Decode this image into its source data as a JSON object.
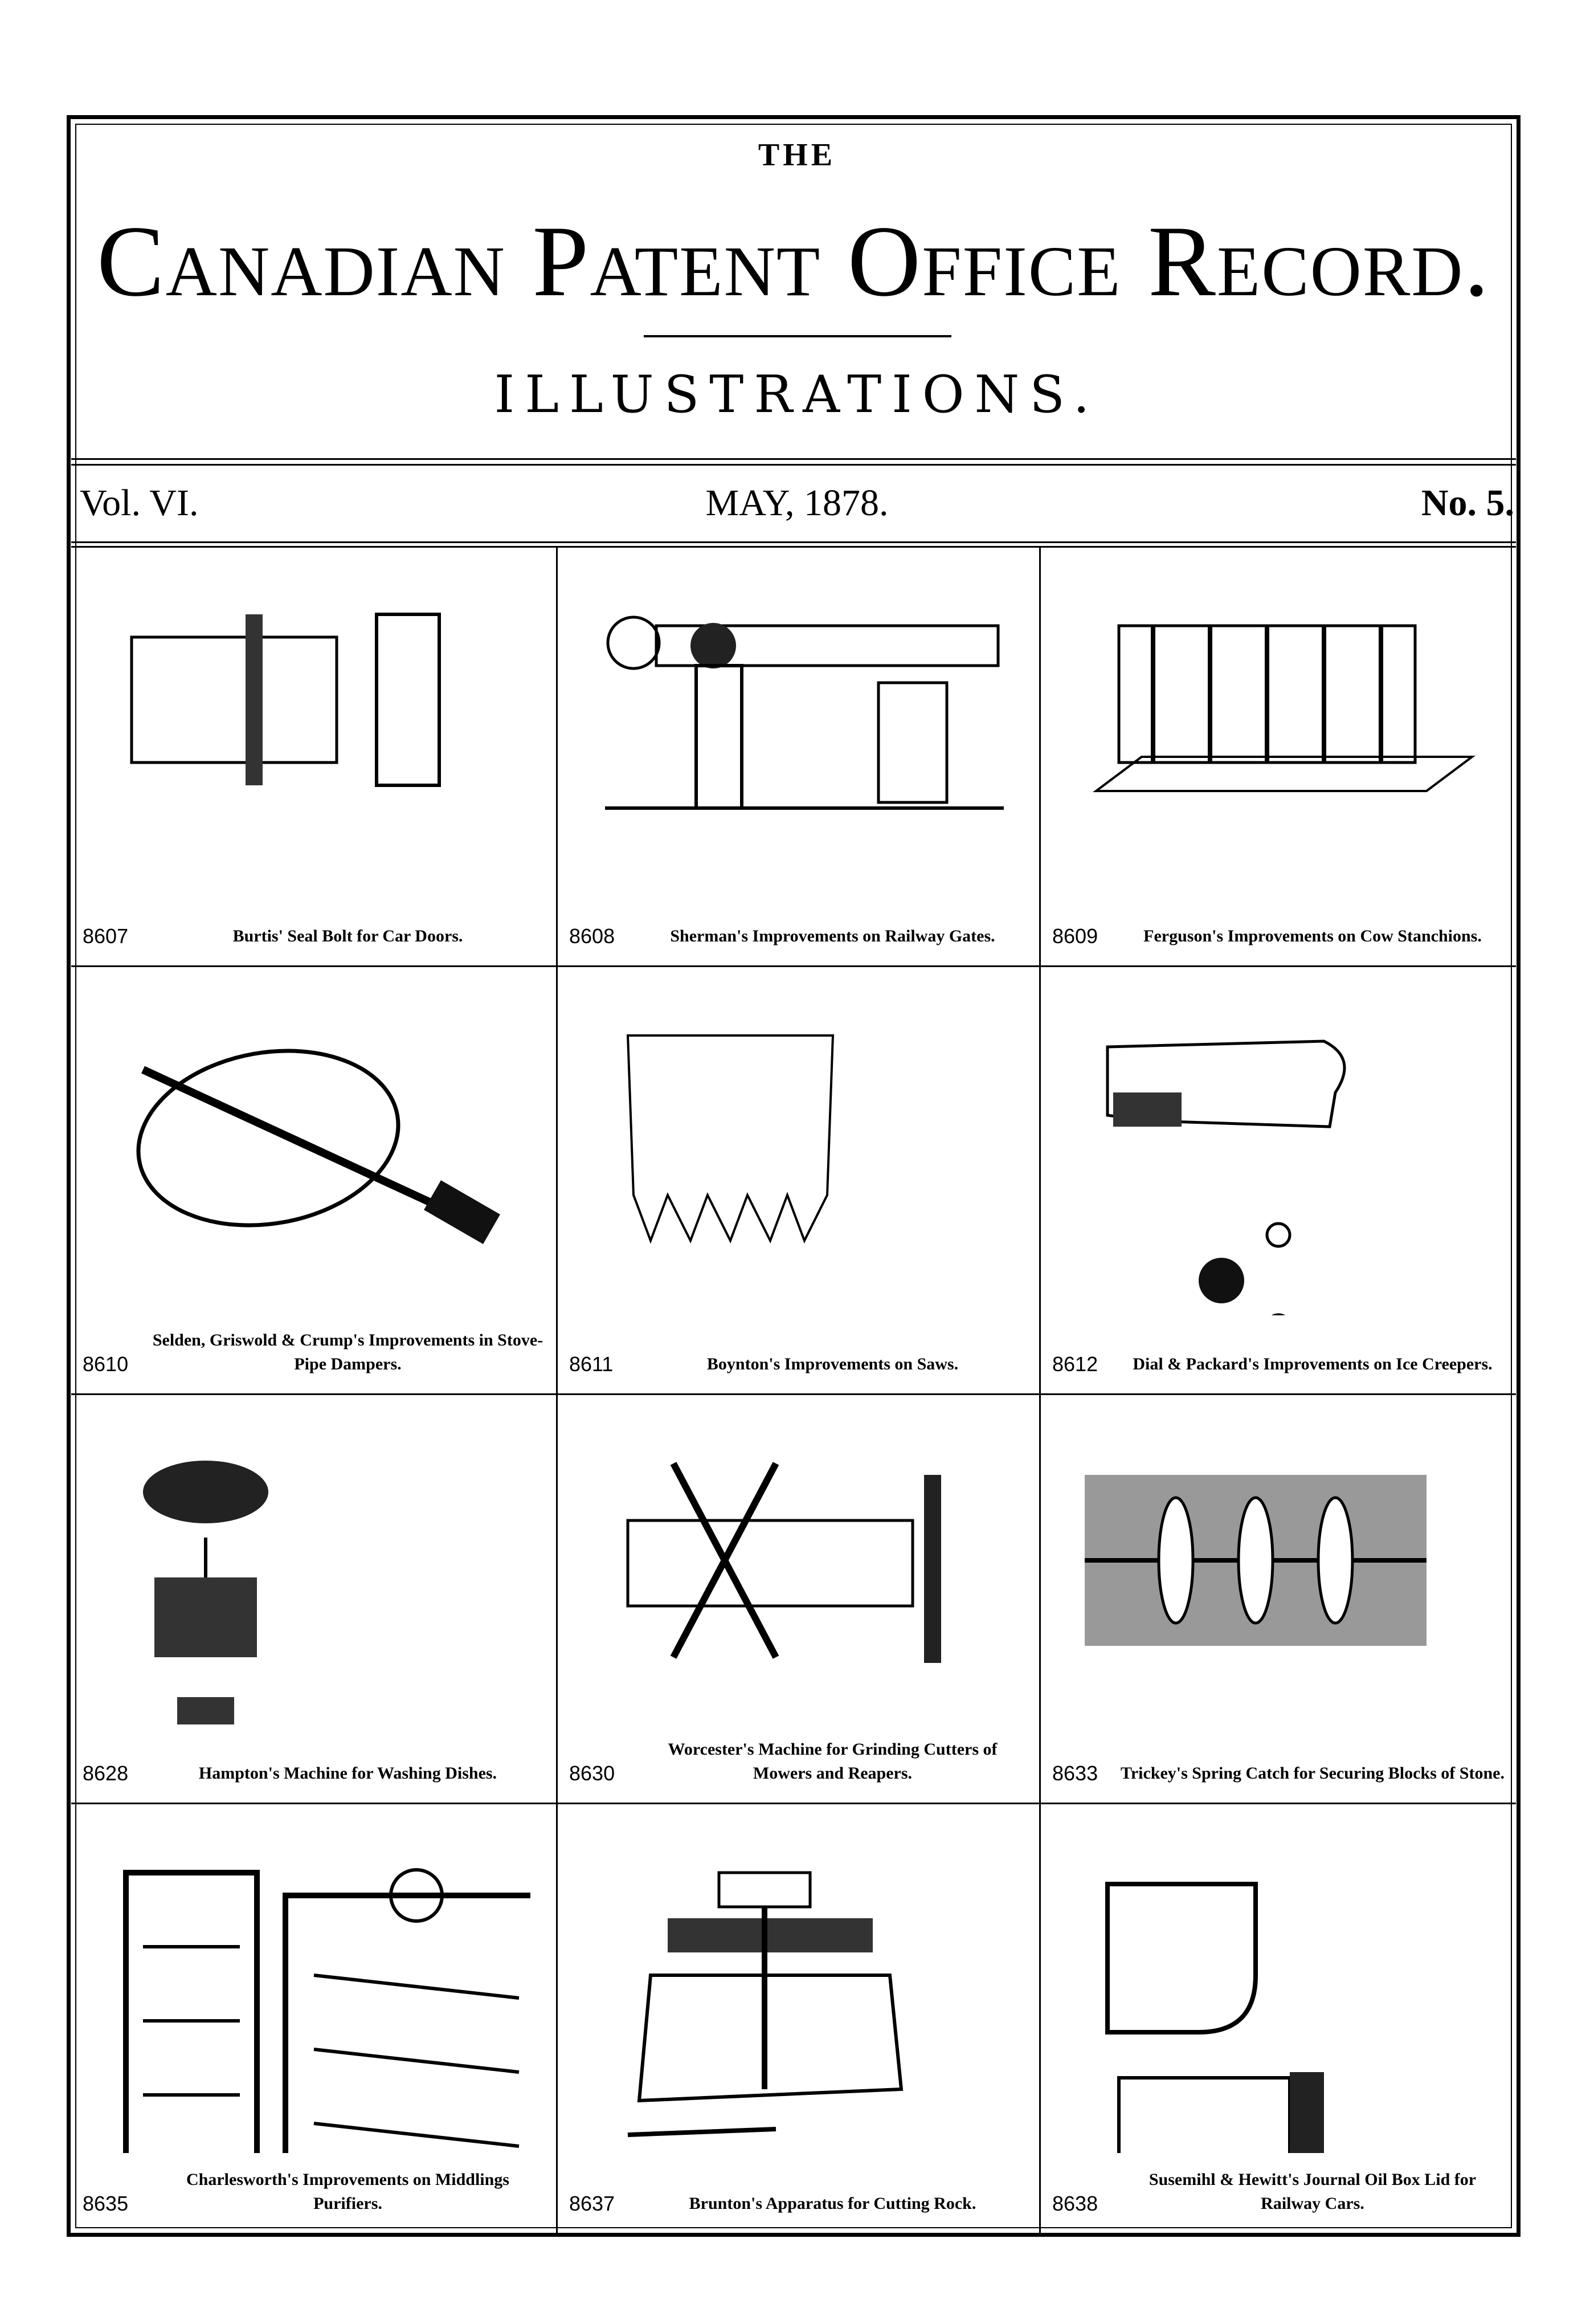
{
  "header": {
    "the": "THE",
    "title": "Canadian Patent Office Record.",
    "subtitle": "ILLUSTRATIONS.",
    "volume": "Vol. VI.",
    "date": "MAY, 1878.",
    "number": "No. 5."
  },
  "entries": [
    {
      "num": "8607",
      "caption": "Burtis' Seal Bolt for Car Doors."
    },
    {
      "num": "8608",
      "caption": "Sherman's Improvements on Railway Gates."
    },
    {
      "num": "8609",
      "caption": "Ferguson's Improvements on Cow Stanchions."
    },
    {
      "num": "8610",
      "caption": "Selden, Griswold & Crump's Improvements in Stove-Pipe Dampers."
    },
    {
      "num": "8611",
      "caption": "Boynton's Improvements on Saws."
    },
    {
      "num": "8612",
      "caption": "Dial & Packard's Improvements on Ice Creepers."
    },
    {
      "num": "8628",
      "caption": "Hampton's Machine for Washing Dishes."
    },
    {
      "num": "8630",
      "caption": "Worcester's Machine for Grinding Cutters of Mowers and Reapers."
    },
    {
      "num": "8633",
      "caption": "Trickey's Spring Catch for Securing Blocks of Stone."
    },
    {
      "num": "8635",
      "caption": "Charlesworth's Improvements on Middlings Purifiers."
    },
    {
      "num": "8637",
      "caption": "Brunton's Apparatus for Cutting Rock."
    },
    {
      "num": "8638",
      "caption": "Susemihl & Hewitt's Journal Oil Box Lid for Railway Cars."
    }
  ]
}
